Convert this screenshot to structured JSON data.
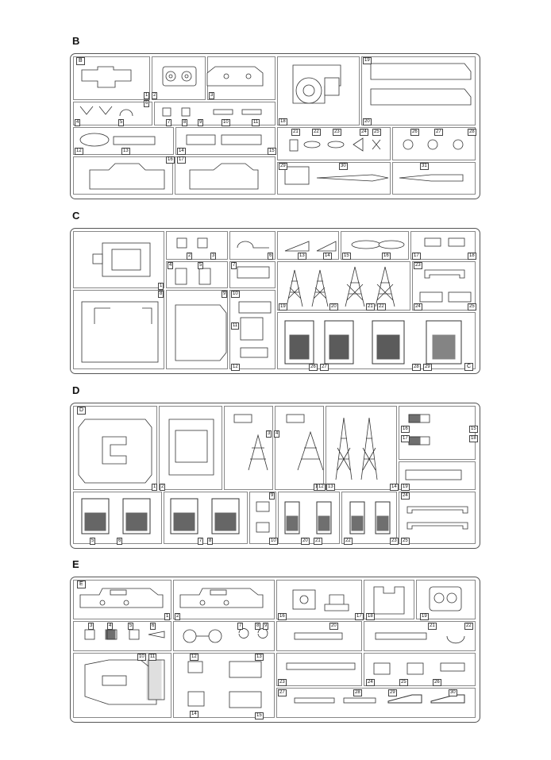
{
  "sheets": [
    {
      "letter": "B",
      "frame_tag": "B",
      "parts": [
        "1",
        "2",
        "3",
        "4",
        "5",
        "6",
        "7",
        "8",
        "9",
        "10",
        "11",
        "12",
        "13",
        "14",
        "15",
        "16",
        "17",
        "18",
        "19",
        "20",
        "21",
        "22",
        "23",
        "24",
        "25",
        "26",
        "27",
        "28",
        "29",
        "30",
        "31"
      ]
    },
    {
      "letter": "C",
      "frame_tag": "C",
      "parts": [
        "1",
        "2",
        "3",
        "4",
        "5",
        "6",
        "7",
        "8",
        "9",
        "10",
        "11",
        "12",
        "13",
        "14",
        "15",
        "16",
        "17",
        "18",
        "19",
        "20",
        "21",
        "22",
        "23",
        "24",
        "25",
        "26",
        "27",
        "28",
        "29"
      ]
    },
    {
      "letter": "D",
      "frame_tag": "D",
      "parts": [
        "1",
        "2",
        "3",
        "4",
        "5",
        "6",
        "7",
        "8",
        "9",
        "10",
        "11",
        "12",
        "13",
        "14",
        "15",
        "16",
        "17",
        "18",
        "19",
        "20",
        "21",
        "22",
        "23",
        "24",
        "25"
      ]
    },
    {
      "letter": "E",
      "frame_tag": "E",
      "parts": [
        "1",
        "2",
        "3",
        "4",
        "5",
        "6",
        "7",
        "8",
        "9",
        "10",
        "11",
        "12",
        "13",
        "14",
        "15",
        "16",
        "17",
        "18",
        "19",
        "20",
        "21",
        "22",
        "23",
        "24",
        "25",
        "26",
        "27",
        "28",
        "29",
        "30"
      ]
    }
  ],
  "colors": {
    "line": "#333333",
    "frame": "#555555",
    "paper": "#ffffff"
  }
}
